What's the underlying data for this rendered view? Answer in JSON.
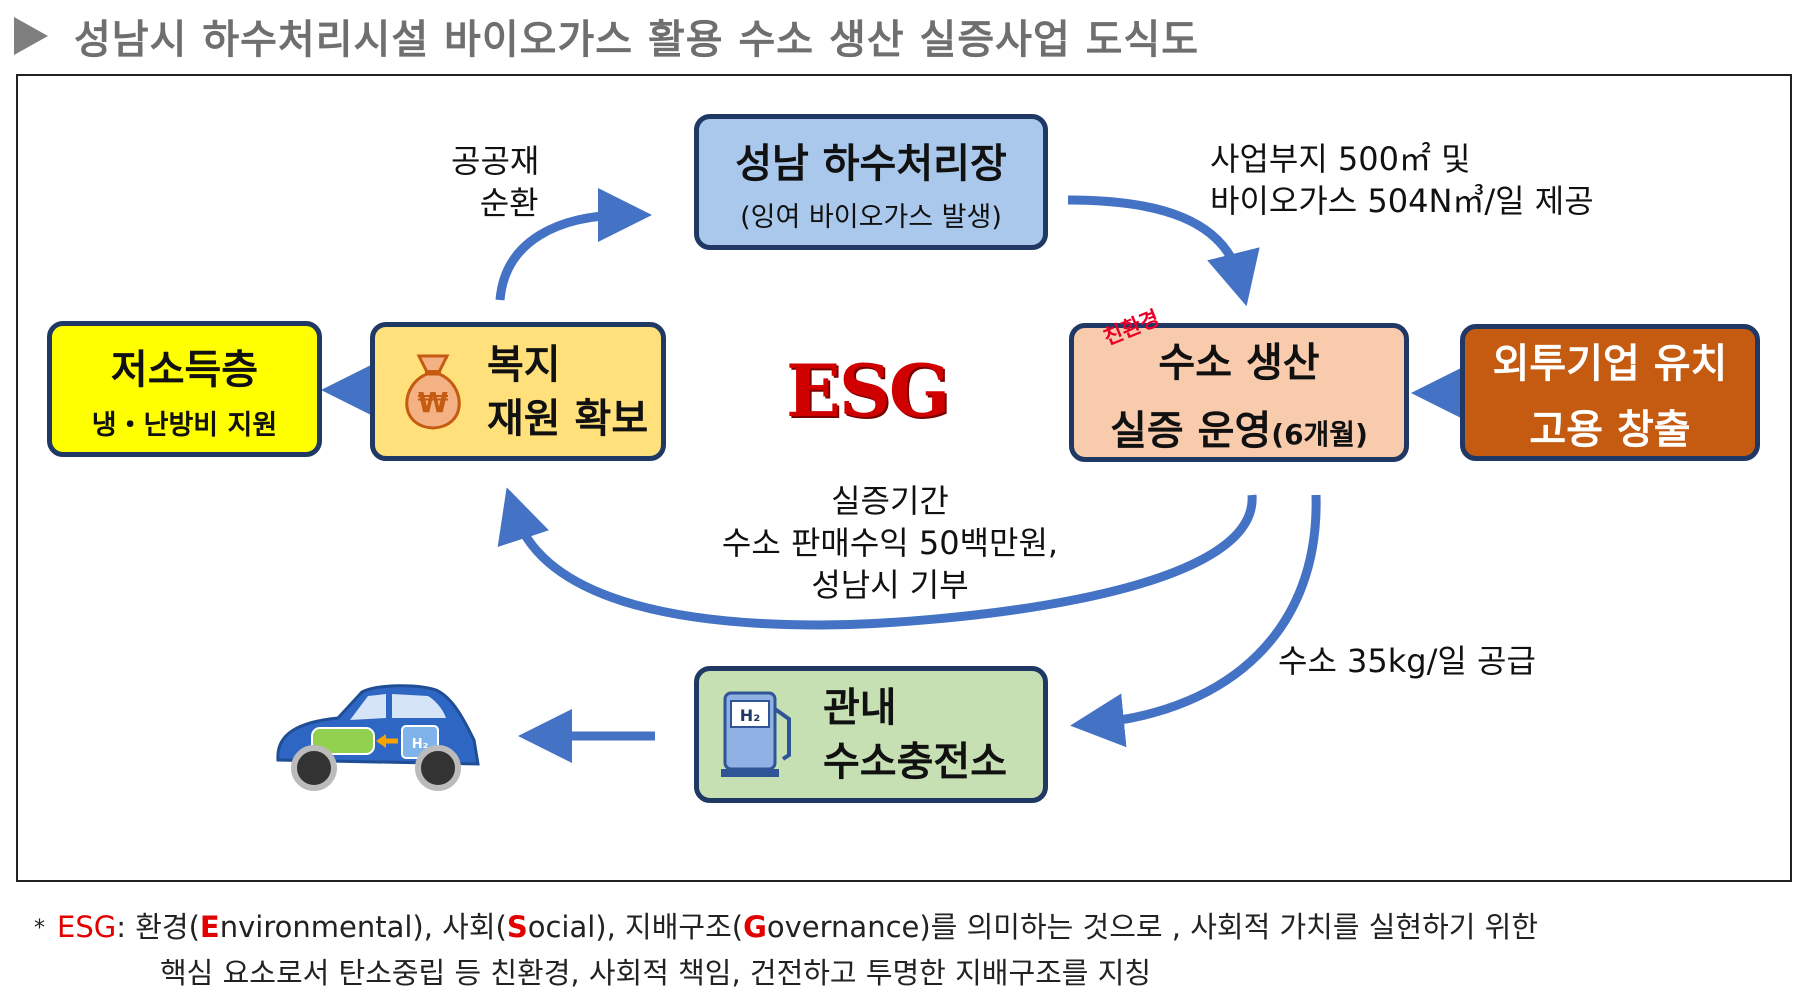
{
  "title": "성남시 하수처리시설 바이오가스 활용 수소 생산 실증사업 도식도",
  "center_label": "ESG",
  "nodes": {
    "plant": {
      "line1": "성남 하수처리장",
      "line2": "(잉여 바이오가스 발생)"
    },
    "low_income": {
      "line1": "저소득층",
      "line2": "냉・난방비 지원"
    },
    "welfare": {
      "line1": "복지",
      "line2": "재원 확보",
      "icon": "money-bag-icon",
      "icon_symbol": "₩"
    },
    "production": {
      "tag": "친환경",
      "line1": "수소 생산",
      "line2_main": "실증 운영",
      "line2_sub": "(6개월)"
    },
    "company": {
      "line1": "외투기업 유치",
      "line2": "고용 창출"
    },
    "station": {
      "line1": "관내",
      "line2": "수소충전소",
      "icon": "hydrogen-pump-icon",
      "icon_label": "H₂"
    }
  },
  "edge_labels": {
    "public_goods": {
      "line1": "공공재",
      "line2": "순환"
    },
    "site_supply": {
      "line1": "사업부지 500㎡ 및",
      "line2": "바이오가스 504N㎥/일 제공"
    },
    "donation": {
      "line1": "실증기간",
      "line2": "수소 판매수익 50백만원,",
      "line3": "성남시 기부"
    },
    "h2_supply": "수소 35kg/일 공급"
  },
  "car": {
    "icon": "hydrogen-car-icon",
    "tank_label": "H₂"
  },
  "footnote": {
    "star": "*",
    "term": "ESG",
    "colon": ":",
    "p1": " 환경(",
    "e": "E",
    "p2": "nvironmental), 사회(",
    "s": "S",
    "p3": "ocial), 지배구조(",
    "g": "G",
    "p4": "overnance)를 의미하는 것으로 , 사회적 가치를 실현하기 위한",
    "line2": "핵심 요소로서 탄소중립 등 친환경, 사회적 책임, 건전하고 투명한 지배구조를 지칭"
  },
  "colors": {
    "arrow": "#4472c4",
    "border": "#1f3864",
    "plant_fill": "#a9c8ec",
    "low_income_fill": "#ffff00",
    "welfare_fill": "#ffe07a",
    "production_fill": "#f8cbad",
    "company_fill": "#c55a11",
    "station_fill": "#c6e0b4",
    "esg_red": "#d00000"
  }
}
